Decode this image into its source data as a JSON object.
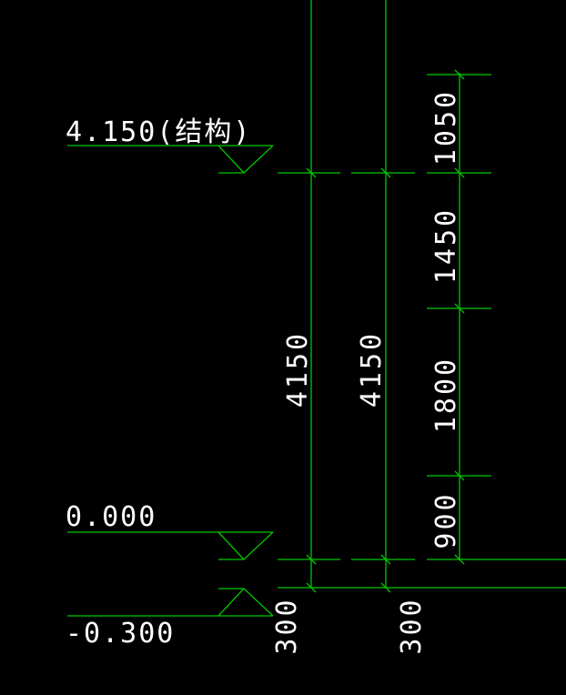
{
  "colors": {
    "background": "#000000",
    "line": "#00c800",
    "text": "#ffffff"
  },
  "levels": [
    {
      "label": "4.150(结构)"
    },
    {
      "label": "0.000"
    },
    {
      "label": "-0.300"
    }
  ],
  "dimensions": {
    "right_chain": [
      "1050",
      "1450",
      "1800",
      "900"
    ],
    "overall_a": "4150",
    "overall_b": "4150",
    "bottom_a": "300",
    "bottom_b": "300"
  }
}
